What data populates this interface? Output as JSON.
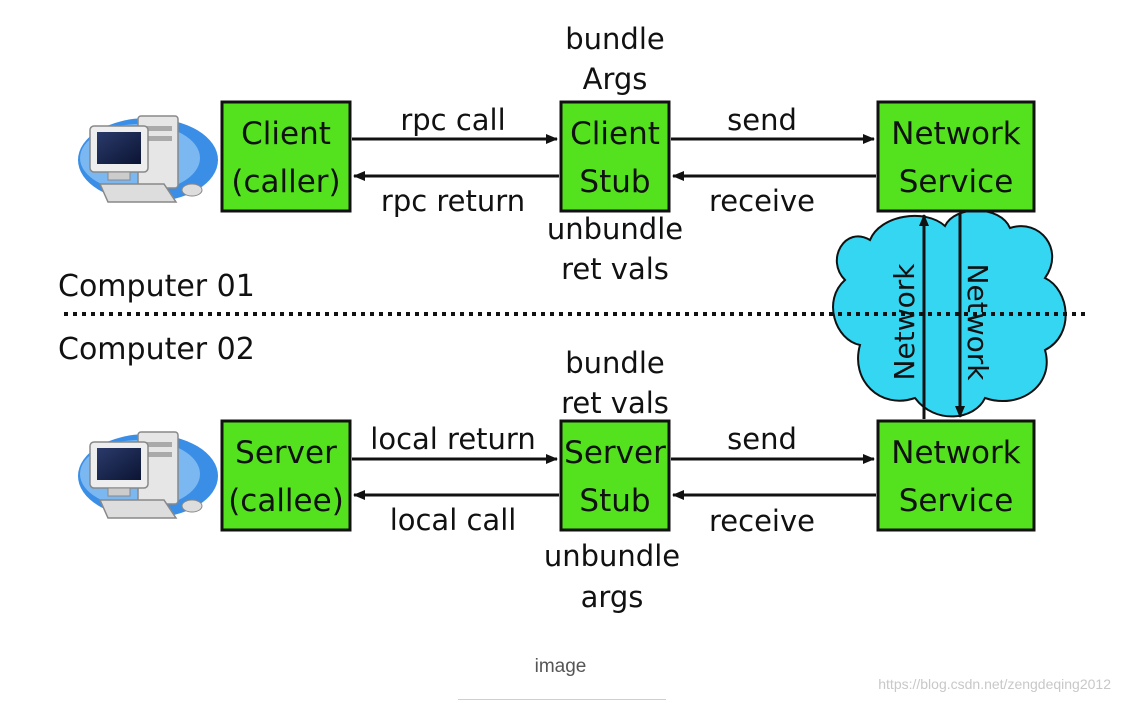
{
  "diagram": {
    "computer_top": "Computer 01",
    "computer_bottom": "Computer 02",
    "boxes": {
      "client": [
        "Client",
        "(caller)"
      ],
      "client_stub": [
        "Client",
        "Stub"
      ],
      "net_top": [
        "Network",
        "Service"
      ],
      "server": [
        "Server",
        "(callee)"
      ],
      "server_stub": [
        "Server",
        "Stub"
      ],
      "net_bottom": [
        "Network",
        "Service"
      ]
    },
    "arrows": {
      "rpc_call": "rpc call",
      "rpc_return": "rpc return",
      "send_top": "send",
      "receive_top": "receive",
      "local_return": "local return",
      "local_call": "local call",
      "send_bottom": "send",
      "receive_bottom": "receive"
    },
    "notes": {
      "bundle_args": [
        "bundle",
        "Args"
      ],
      "unbundle_ret": [
        "unbundle",
        "ret vals"
      ],
      "bundle_ret": [
        "bundle",
        "ret vals"
      ],
      "unbundle_args": [
        "unbundle",
        "args"
      ]
    },
    "network_left": "Network",
    "network_right": "Network"
  },
  "caption": "image",
  "watermark": "https://blog.csdn.net/zengdeqing2012",
  "colors": {
    "box_fill": "#53e21d",
    "cloud_fill": "#35d6f2",
    "line": "#111111"
  }
}
